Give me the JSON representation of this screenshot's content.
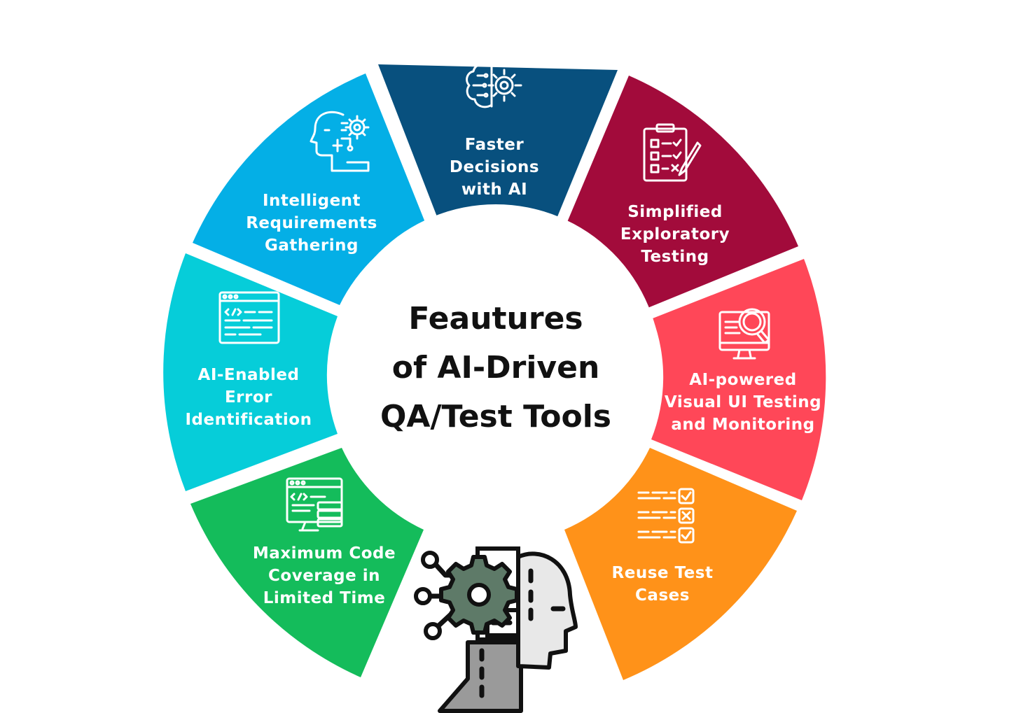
{
  "center": {
    "title_lines": [
      "Feautures",
      "of AI-Driven",
      "QA/Test Tools"
    ]
  },
  "segments": [
    {
      "id": "faster-decisions",
      "lines": [
        "Faster",
        "Decisions",
        "with AI"
      ],
      "color": "#08507E",
      "icon": "brain-gear-icon"
    },
    {
      "id": "simplified-exploratory-testing",
      "lines": [
        "Simplified",
        "Exploratory",
        "Testing"
      ],
      "color": "#A20B3B",
      "icon": "clipboard-checklist-icon"
    },
    {
      "id": "visual-ui-testing",
      "lines": [
        "AI-powered",
        "Visual UI Testing",
        "and Monitoring"
      ],
      "color": "#FF4758",
      "icon": "monitor-magnifier-icon"
    },
    {
      "id": "reuse-test-cases",
      "lines": [
        "Reuse Test",
        "Cases"
      ],
      "color": "#FF9219",
      "icon": "checklist-boxes-icon"
    },
    {
      "id": "maximum-code-coverage",
      "lines": [
        "Maximum Code",
        "Coverage in",
        "Limited Time"
      ],
      "color": "#14BC5B",
      "icon": "code-window-database-icon"
    },
    {
      "id": "error-identification",
      "lines": [
        "AI-Enabled",
        "Error",
        "Identification"
      ],
      "color": "#06CDD9",
      "icon": "code-window-icon"
    },
    {
      "id": "requirements-gathering",
      "lines": [
        "Intelligent",
        "Requirements",
        "Gathering"
      ],
      "color": "#04AFE6",
      "icon": "head-gear-icon"
    }
  ],
  "colors": {
    "background": "#FFFFFF",
    "center_fill": "#FFFFFF",
    "center_text": "#111111",
    "robot_gear": "#5E7A68",
    "robot_head": "#E8E8E8",
    "robot_body": "#9A9A9A"
  }
}
